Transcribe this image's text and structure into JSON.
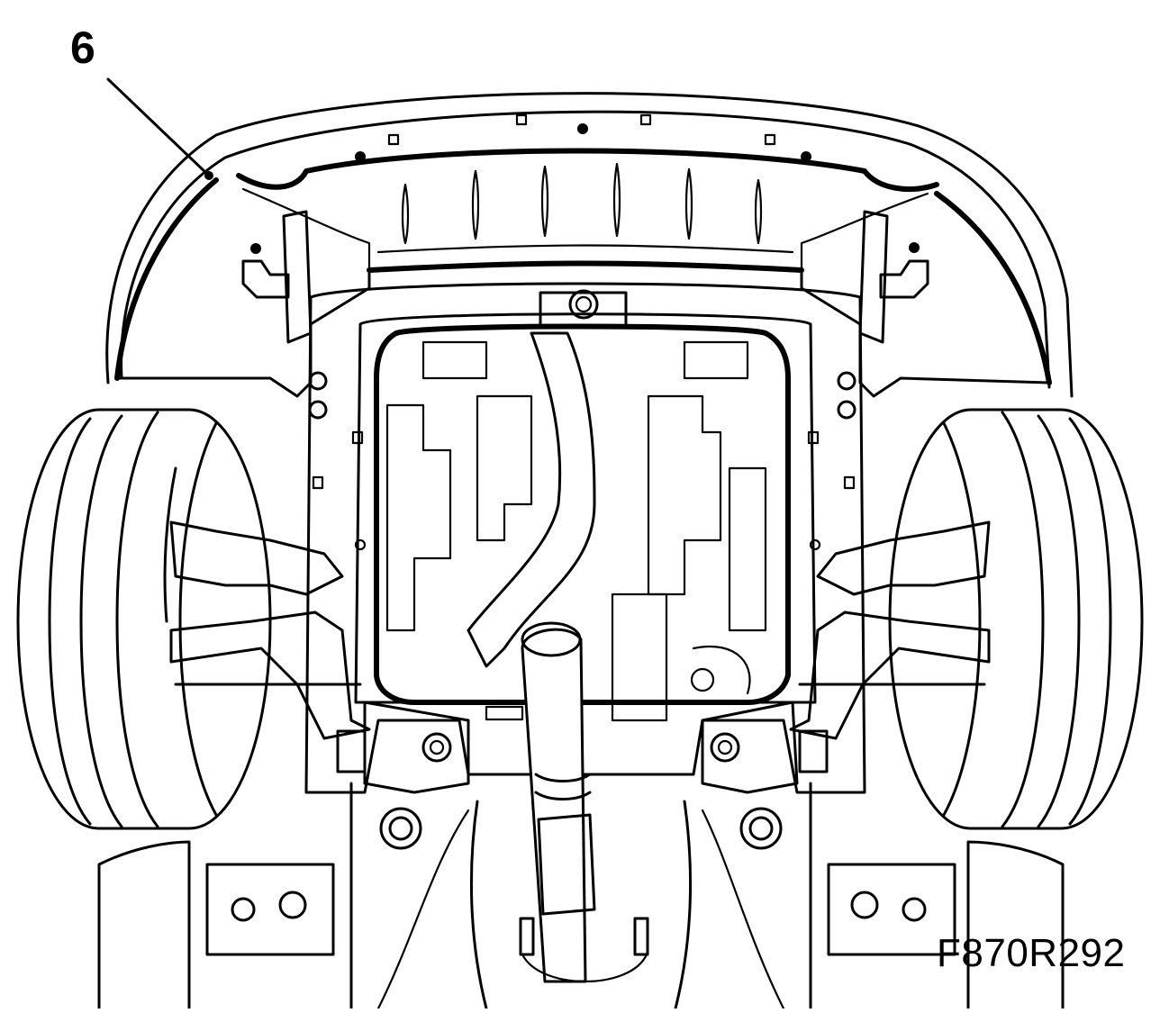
{
  "diagram": {
    "callout_label": "6",
    "figure_code": "F870R292",
    "icons": [
      "bumper-cover",
      "front-wheel-left",
      "front-wheel-right",
      "subframe",
      "exhaust-pipe",
      "engine-undertray"
    ]
  }
}
